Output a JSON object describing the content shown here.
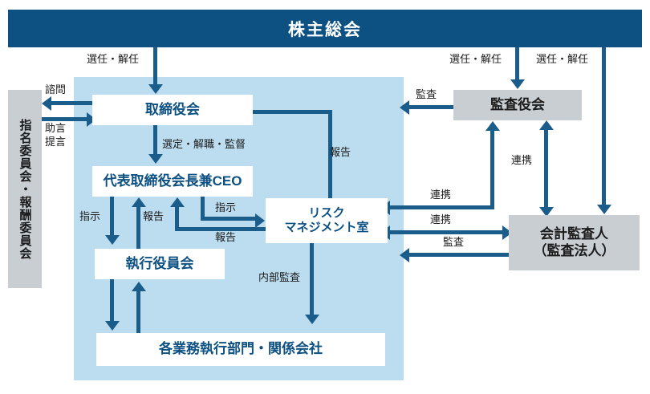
{
  "header": {
    "title": "株主総会"
  },
  "nodes": {
    "board": "取締役会",
    "ceo": "代表取締役会長兼CEO",
    "exec": "執行役員会",
    "departments": "各業務執行部門・関係会社",
    "risk_line1": "リスク",
    "risk_line2": "マネジメント室",
    "audit_board": "監査役会",
    "cpa_line1": "会計監査人",
    "cpa_line2": "（監査法人）",
    "committee": "指名委員会・報酬委員会"
  },
  "edges": {
    "appoint_board": "選任・解任",
    "appoint_auditboard": "選任・解任",
    "appoint_cpa": "選任・解任",
    "consult": "諮問",
    "advise_l1": "助言",
    "advise_l2": "提言",
    "select_dismiss_supervise": "選定・解職・監督",
    "instruct_exec": "指示",
    "report_exec": "報告",
    "instruct_risk": "指示",
    "report_risk": "報告",
    "report_board": "報告",
    "internal_audit": "内部監査",
    "audit_committee": "監査",
    "cooperate_auditboard_risk": "連携",
    "cooperate_cpa_risk": "連携",
    "cooperate_auditboard_cpa": "連携",
    "audit_cpa": "監査"
  },
  "colors": {
    "header_bar": "#0d5183",
    "panel": "#bcdcf0",
    "box_fill": "#ffffff",
    "gray_fill": "#c9ced3",
    "arrow": "#1a5c8a",
    "box_text": "#0d5183"
  }
}
